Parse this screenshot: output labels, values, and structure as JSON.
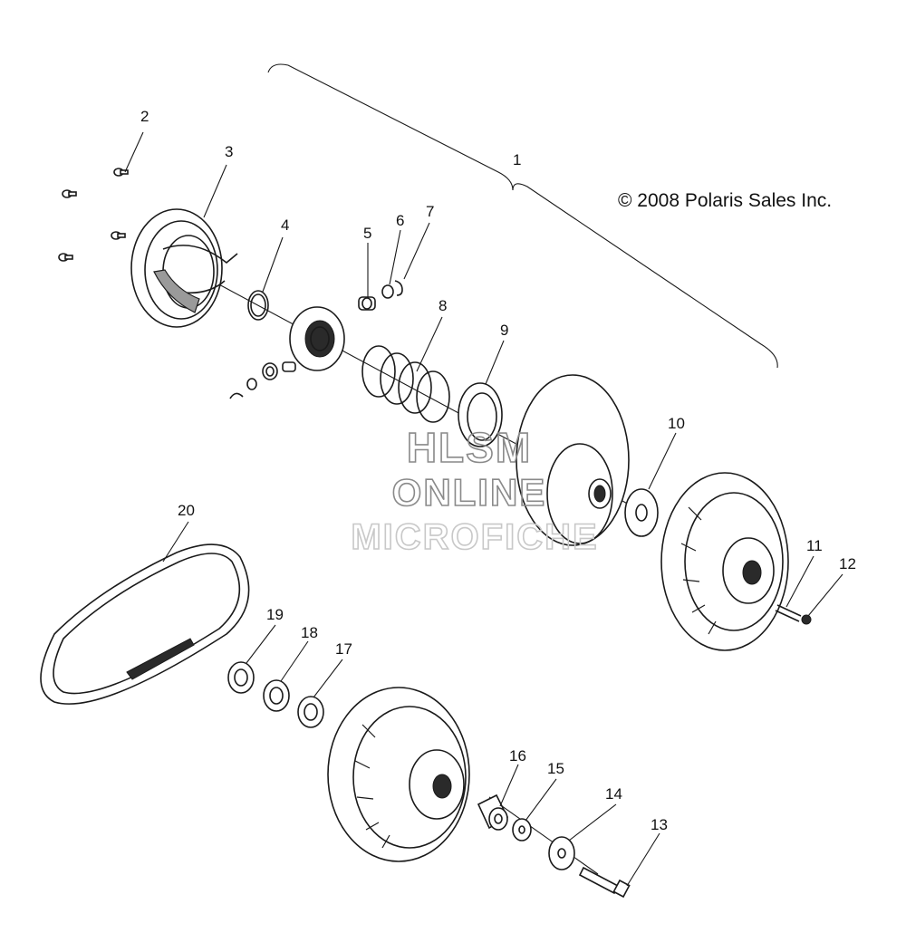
{
  "copyright": "© 2008 Polaris Sales Inc.",
  "watermark": {
    "line1": "HLSM",
    "line2": "ONLINE",
    "line3": "MICROFICHE"
  },
  "callouts": [
    "1",
    "2",
    "3",
    "4",
    "5",
    "6",
    "7",
    "8",
    "9",
    "10",
    "11",
    "12",
    "13",
    "14",
    "15",
    "16",
    "17",
    "18",
    "19",
    "20"
  ]
}
